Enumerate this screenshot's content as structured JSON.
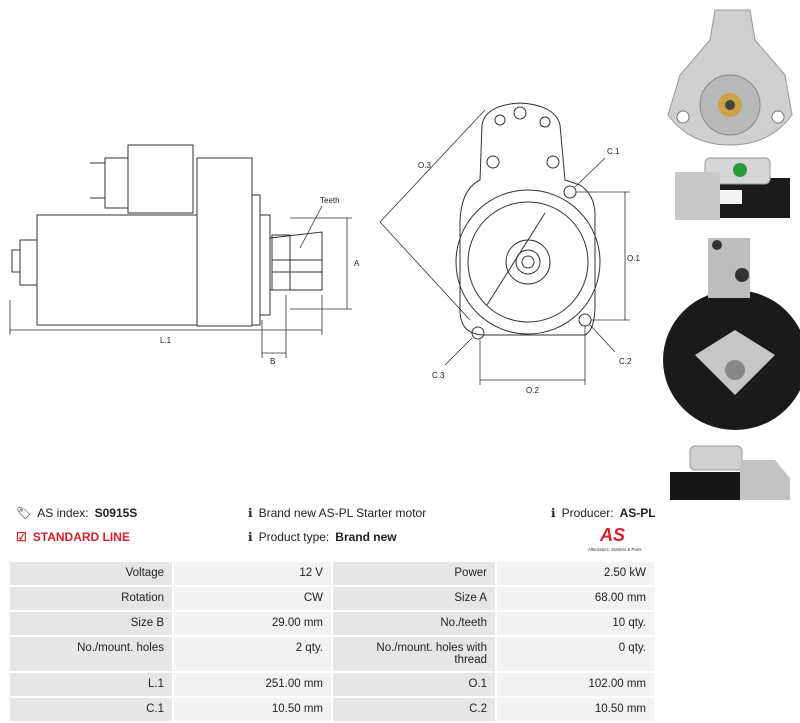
{
  "drawing": {
    "labels": {
      "teeth": "Teeth",
      "a": "A",
      "b": "B",
      "l1": "L.1",
      "o3": "O.3",
      "o1": "O.1",
      "o2": "O.2",
      "c1": "C.1",
      "c2": "C.2",
      "c3": "C.3"
    }
  },
  "info": {
    "as_index_label": "AS index:",
    "as_index_value": "S0915S",
    "line": "STANDARD LINE",
    "description": "Brand new AS-PL Starter motor",
    "product_type_label": "Product type:",
    "product_type_value": "Brand new",
    "producer_label": "Producer:",
    "producer_value": "AS-PL",
    "logo_text": "AS",
    "logo_tagline": "Alternators, Starters & Parts"
  },
  "colors": {
    "accent": "#d4202a",
    "line": "#333333"
  },
  "specs": [
    [
      "Voltage",
      "12 V",
      "Power",
      "2.50 kW"
    ],
    [
      "Rotation",
      "CW",
      "Size A",
      "68.00 mm"
    ],
    [
      "Size B",
      "29.00 mm",
      "No./teeth",
      "10 qty."
    ],
    [
      "No./mount. holes",
      "2 qty.",
      "No./mount. holes with thread",
      "0 qty."
    ],
    [
      "L.1",
      "251.00 mm",
      "O.1",
      "102.00 mm"
    ],
    [
      "C.1",
      "10.50 mm",
      "C.2",
      "10.50 mm"
    ]
  ]
}
